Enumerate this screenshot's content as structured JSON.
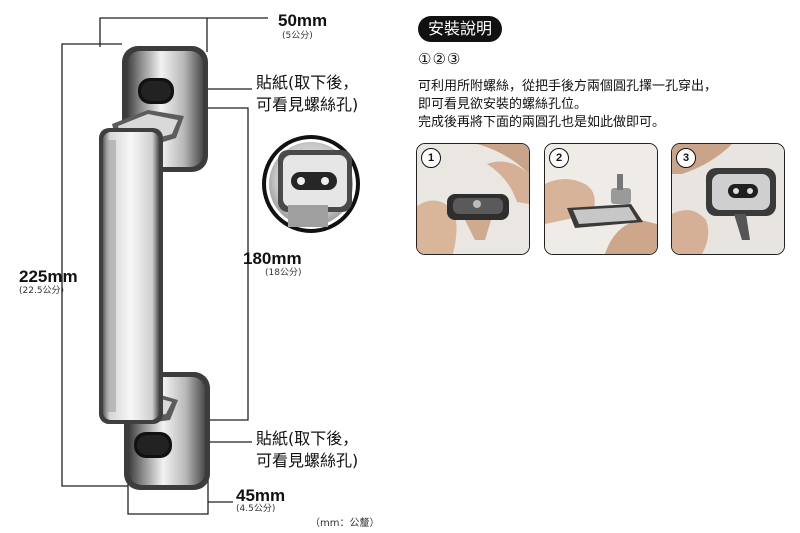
{
  "dimensions": {
    "width_top": {
      "main": "50mm",
      "sub": "(5公分)"
    },
    "height_total": {
      "main": "225mm",
      "sub": "(22.5公分)"
    },
    "hole_spacing": {
      "main": "180mm",
      "sub": "(18公分)"
    },
    "width_bottom": {
      "main": "45mm",
      "sub": "(4.5公分)"
    }
  },
  "sticker_labels": {
    "top": [
      "貼紙(取下後，",
      "可看見螺絲孔)"
    ],
    "bottom": [
      "貼紙(取下後，",
      "可看見螺絲孔)"
    ]
  },
  "unit_note": "（mm：公釐）",
  "instructions": {
    "title": "安裝說明",
    "steps_marker": "①②③",
    "lines": [
      "可利用所附螺絲，從把手後方兩個圓孔擇一孔穿出，",
      "即可看見欲安裝的螺絲孔位。",
      "完成後再將下面的兩圓孔也是如此做即可。"
    ],
    "photos": [
      {
        "badge": "1"
      },
      {
        "badge": "2"
      },
      {
        "badge": "3"
      }
    ]
  },
  "colors": {
    "chrome_light": "#e9e9e9",
    "chrome_dark": "#5a5a5a",
    "title_bg": "#111111"
  }
}
